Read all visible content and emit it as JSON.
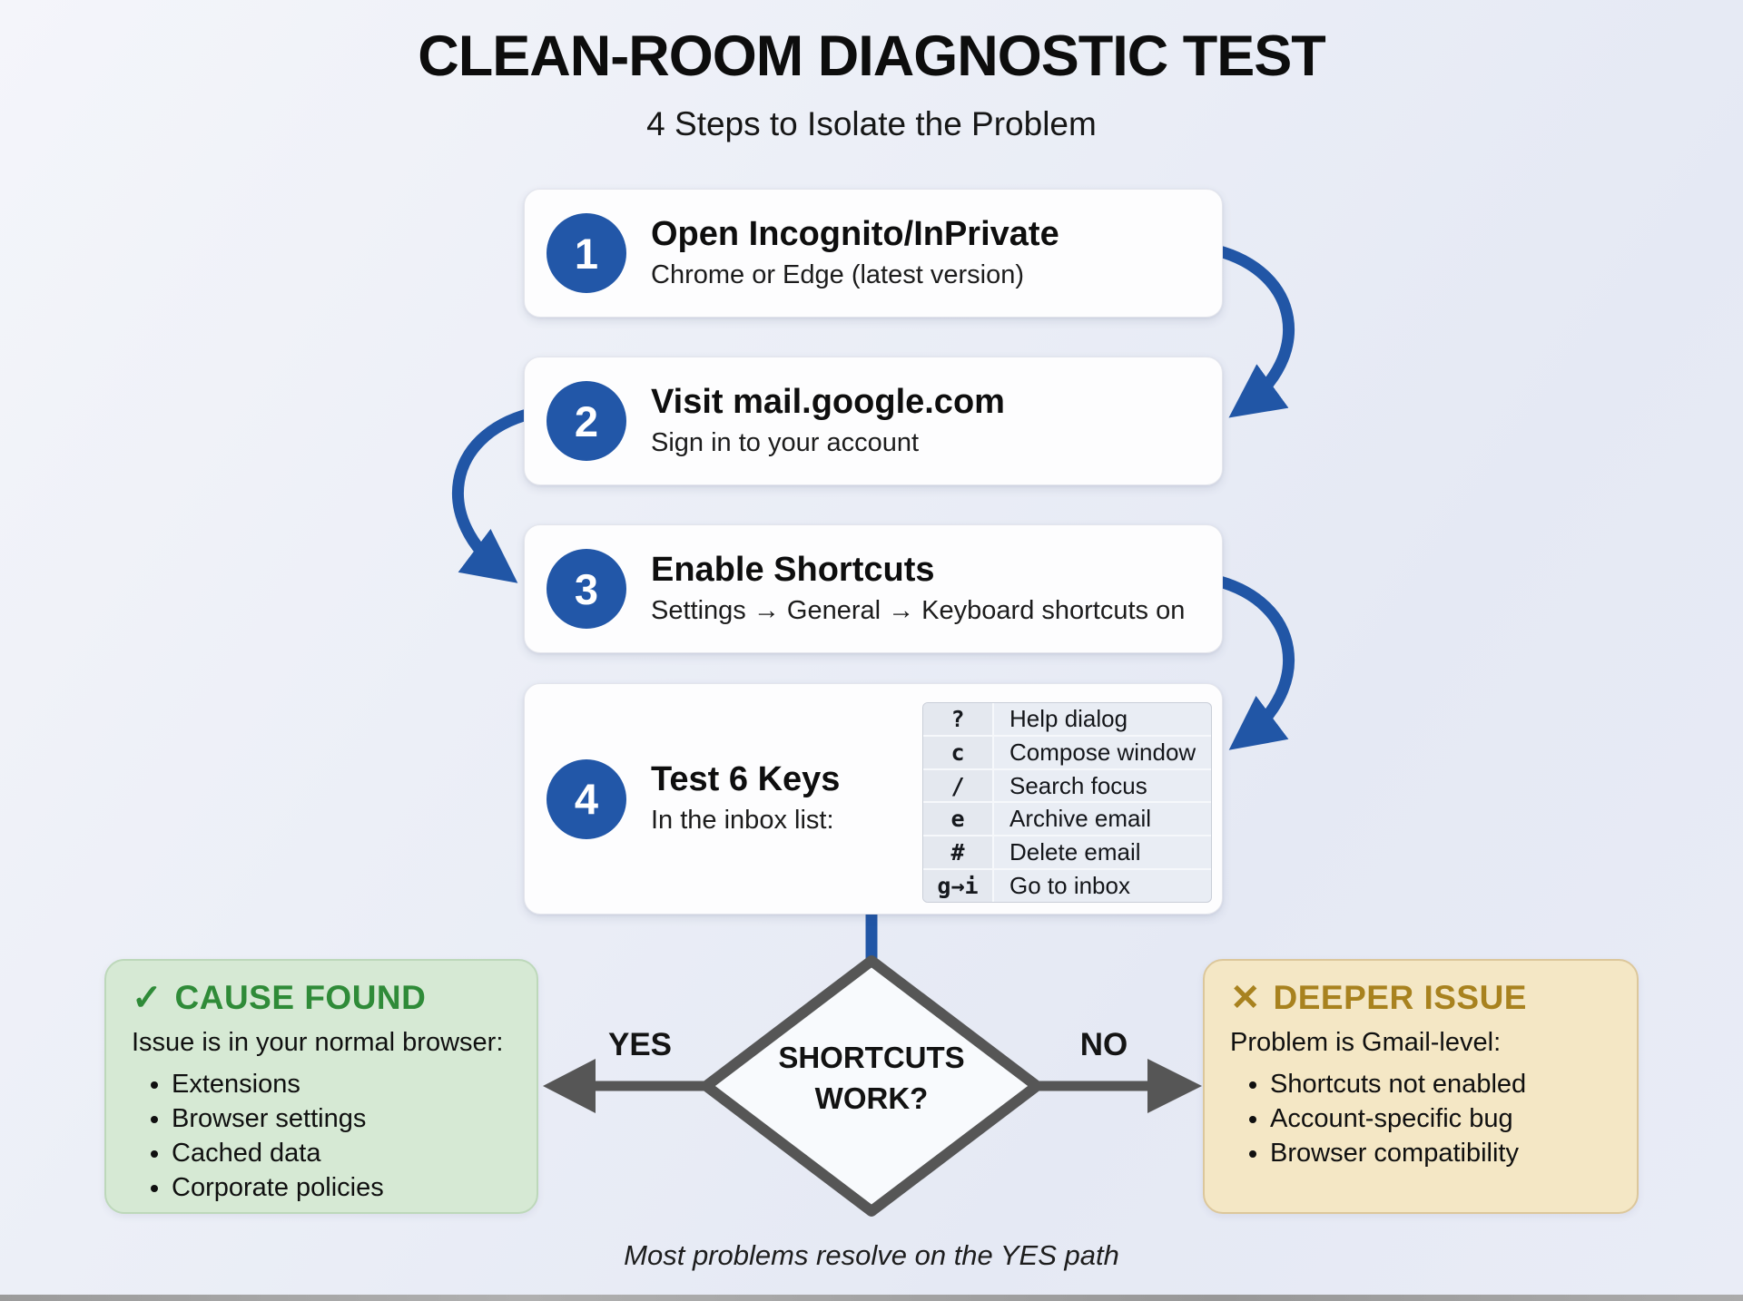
{
  "header": {
    "title": "CLEAN-ROOM DIAGNOSTIC TEST",
    "subtitle": "4 Steps to Isolate the Problem"
  },
  "steps": [
    {
      "num": "1",
      "title": "Open Incognito/InPrivate",
      "desc": "Chrome or Edge (latest version)"
    },
    {
      "num": "2",
      "title": "Visit mail.google.com",
      "desc": "Sign in to your account"
    },
    {
      "num": "3",
      "title": "Enable Shortcuts",
      "desc": "Settings → General → Keyboard shortcuts on"
    },
    {
      "num": "4",
      "title": "Test 6 Keys",
      "desc": "In the inbox list:"
    }
  ],
  "shortcut_table": [
    {
      "key": "?",
      "action": "Help dialog"
    },
    {
      "key": "c",
      "action": "Compose window"
    },
    {
      "key": "/",
      "action": "Search focus"
    },
    {
      "key": "e",
      "action": "Archive email"
    },
    {
      "key": "#",
      "action": "Delete email"
    },
    {
      "key": "g→i",
      "action": "Go to inbox"
    }
  ],
  "decision": {
    "question_line1": "SHORTCUTS",
    "question_line2": "WORK?",
    "yes_label": "YES",
    "no_label": "NO"
  },
  "outcome_yes": {
    "icon": "✓",
    "title": "CAUSE FOUND",
    "lead": "Issue is in your normal browser:",
    "bullets": [
      "Extensions",
      "Browser settings",
      "Cached data",
      "Corporate policies"
    ]
  },
  "outcome_no": {
    "icon": "✕",
    "title": "DEEPER ISSUE",
    "lead": "Problem is Gmail-level:",
    "bullets": [
      "Shortcuts not enabled",
      "Account-specific bug",
      "Browser compatibility"
    ]
  },
  "footer_note": "Most problems resolve on the YES path",
  "colors": {
    "accent_blue": "#2257a8",
    "arrow_gray": "#565656",
    "green_title": "#2f8b38",
    "green_bg": "#d6e9d4",
    "gold_title": "#a8821f",
    "tan_bg": "#f4e7c5",
    "card_bg": "#fdfdfe"
  }
}
